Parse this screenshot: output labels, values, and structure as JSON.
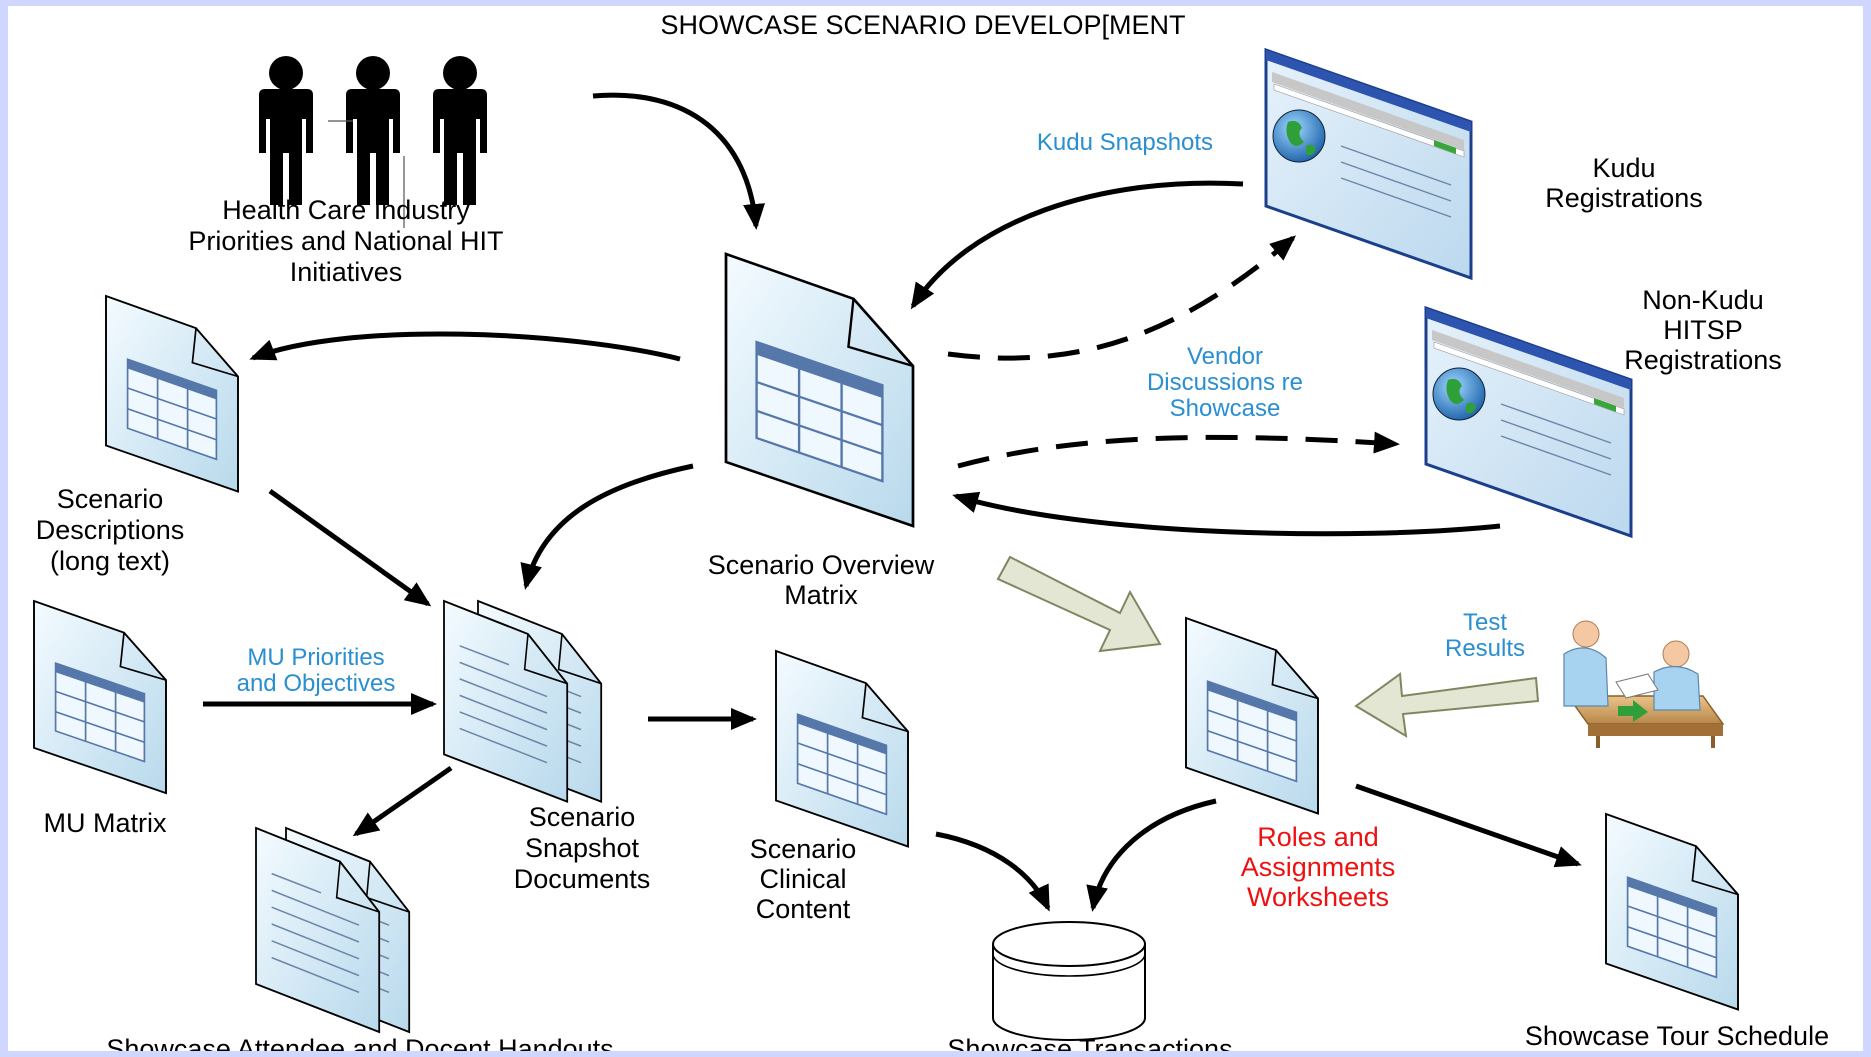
{
  "title": "SHOWCASE SCENARIO DEVELOP[MENT",
  "nodes": {
    "industry": [
      "Health Care Industry",
      "Priorities and National HIT",
      "Initiatives"
    ],
    "overview": [
      "Scenario Overview",
      "Matrix"
    ],
    "descriptions": [
      "Scenario",
      "Descriptions",
      "(long text)"
    ],
    "mu_matrix": [
      "MU Matrix"
    ],
    "snapshot": [
      "Scenario",
      "Snapshot",
      "Documents"
    ],
    "clinical": [
      "Scenario",
      "Clinical",
      "Content"
    ],
    "handouts": [
      "Showcase Attendee and Docent Handouts"
    ],
    "transactions": [
      "Showcase Transactions"
    ],
    "roles": [
      "Roles and",
      "Assignments",
      "Worksheets"
    ],
    "tour": [
      "Showcase Tour Schedule"
    ],
    "kudu": [
      "Kudu",
      "Registrations"
    ],
    "nonkudu": [
      "Non-Kudu",
      "HITSP",
      "Registrations"
    ]
  },
  "edges": {
    "kudu_snapshots": [
      "Kudu Snapshots"
    ],
    "vendor": [
      "Vendor",
      "Discussions re",
      "Showcase"
    ],
    "mu_priorities": [
      "MU Priorities",
      "and Objectives"
    ],
    "test_results": [
      "Test",
      "Results"
    ]
  },
  "colors": {
    "edge_label": "#2a8fd0",
    "highlight": "#ee1111",
    "doc_fill": "#ddeef8",
    "grid_header": "#5577aa",
    "page_border": "#cfd6ff"
  }
}
